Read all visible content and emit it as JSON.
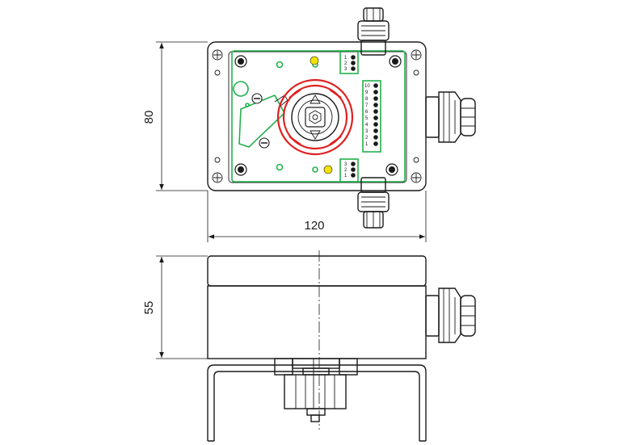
{
  "dimensions": {
    "height_top": "80",
    "width": "120",
    "height_side": "55"
  },
  "terminal_labels": {
    "top_block": [
      "1",
      "2",
      "3"
    ],
    "right_block": [
      "1",
      "2",
      "3",
      "4",
      "5",
      "6",
      "7",
      "8",
      "9",
      "10"
    ],
    "bottom_block": [
      "1",
      "2",
      "3"
    ]
  },
  "colors": {
    "outline": "#1a1a1a",
    "pcb": "#22b14c",
    "actuator": "#e02020",
    "led": "#f2e200"
  }
}
